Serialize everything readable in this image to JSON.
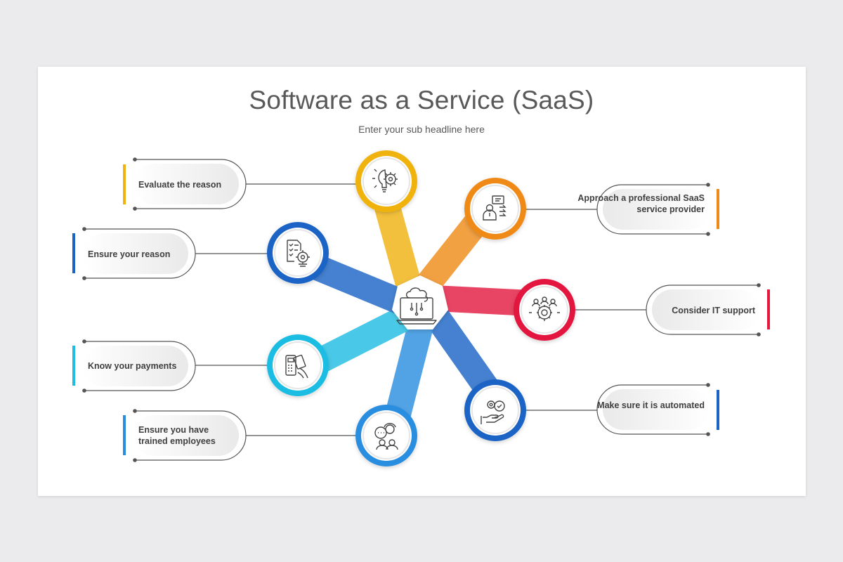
{
  "title": "Software as a Service (SaaS)",
  "subtitle": "Enter your sub headline here",
  "center": {
    "icon": "cloud-laptop-icon"
  },
  "items": [
    {
      "label": "Evaluate the reason",
      "color": "#f0b20f",
      "icon": "lightbulb-gear-icon"
    },
    {
      "label": "Approach a professional SaaS service provider",
      "color": "#ef8a16",
      "icon": "presenter-icon"
    },
    {
      "label": "Consider IT support",
      "color": "#e3193f",
      "icon": "team-gear-icon"
    },
    {
      "label": "Make sure it is automated",
      "color": "#1a64c6",
      "icon": "hand-gear-icon"
    },
    {
      "label": "Ensure you have trained employees",
      "color": "#2a8ee0",
      "icon": "trained-people-icon"
    },
    {
      "label": "Know your payments",
      "color": "#1ebde2",
      "icon": "card-payment-icon"
    },
    {
      "label": "Ensure your reason",
      "color": "#1a64c6",
      "icon": "checklist-gear-icon"
    }
  ]
}
